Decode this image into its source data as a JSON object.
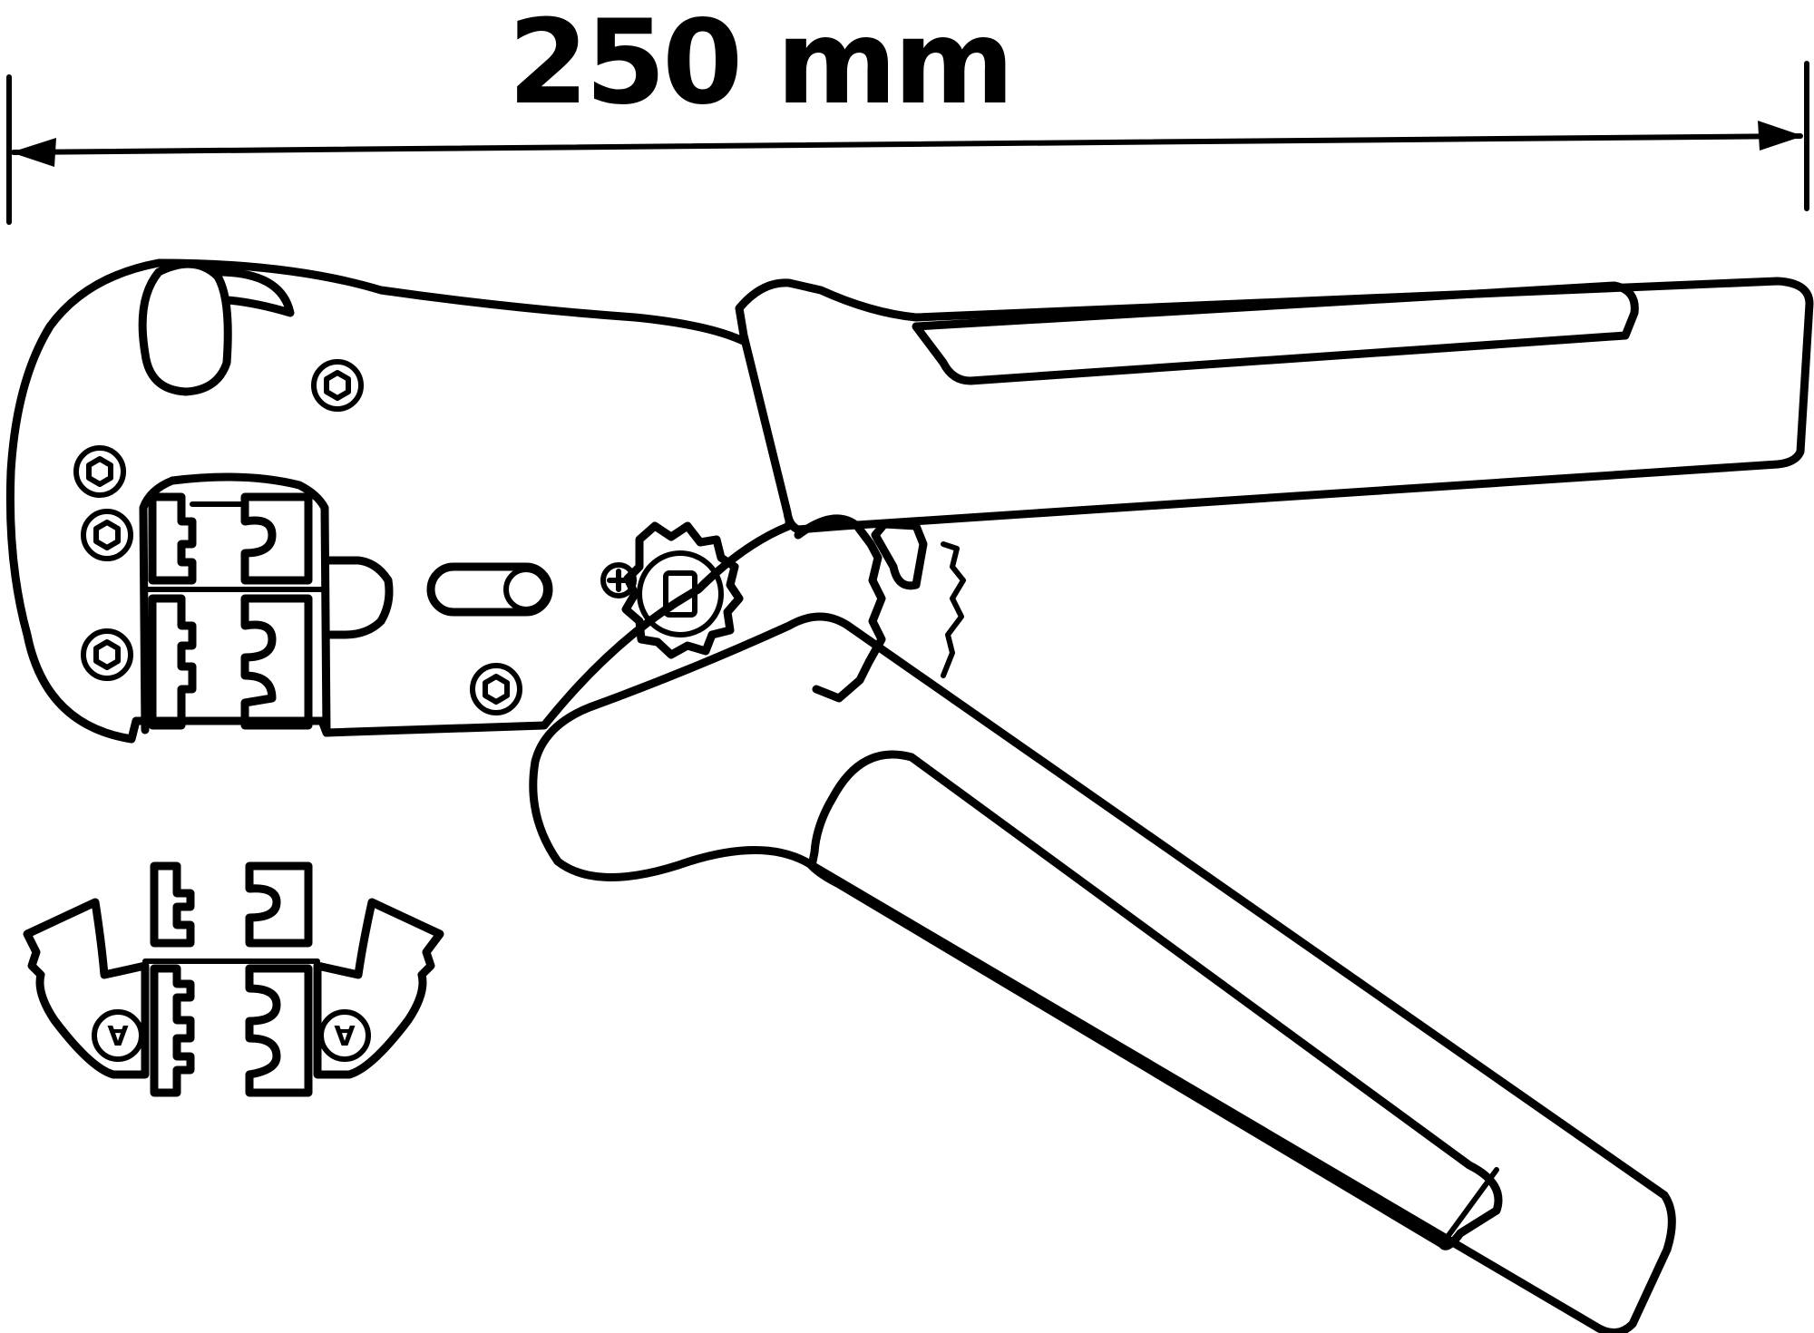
{
  "dimension": {
    "value": "250",
    "unit": "mm",
    "label": "250 mm"
  },
  "tool": {
    "icon": "crimping-pliers-icon"
  },
  "dies": {
    "icon": "crimp-die-set-icon",
    "left_marking": "A",
    "right_marking": "A"
  },
  "colors": {
    "line": "#000000",
    "background": "#ffffff"
  }
}
